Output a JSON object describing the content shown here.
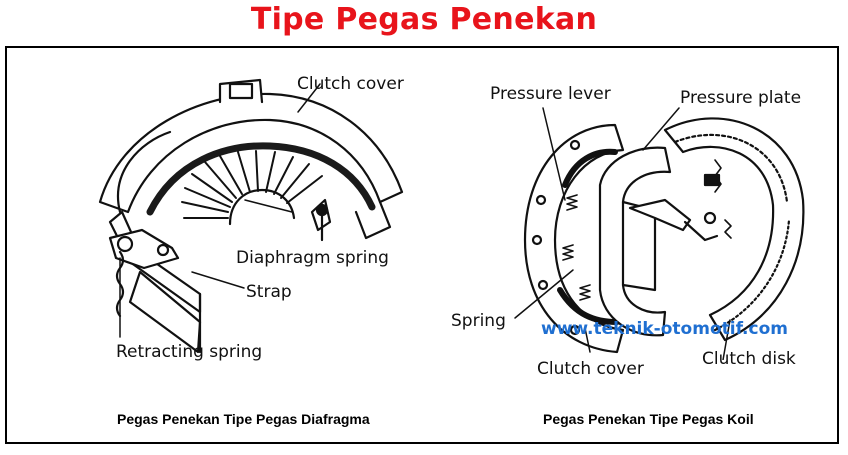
{
  "page_title": "Tipe Pegas Penekan",
  "colors": {
    "title": "#e8141b",
    "watermark": "#1f6fd1",
    "line": "#111111",
    "frame": "#000000"
  },
  "left_figure": {
    "labels": {
      "clutch_cover": "Clutch cover",
      "diaphragm_spring": "Diaphragm spring",
      "strap": "Strap",
      "retracting_spring": "Retracting spring"
    },
    "caption": "Pegas Penekan Tipe Pegas Diafragma"
  },
  "right_figure": {
    "labels": {
      "pressure_lever": "Pressure lever",
      "pressure_plate": "Pressure plate",
      "spring": "Spring",
      "clutch_disk": "Clutch disk",
      "clutch_cover": "Clutch cover"
    },
    "watermark": "www.teknik-otomotif.com",
    "caption": "Pegas Penekan Tipe Pegas Koil"
  }
}
